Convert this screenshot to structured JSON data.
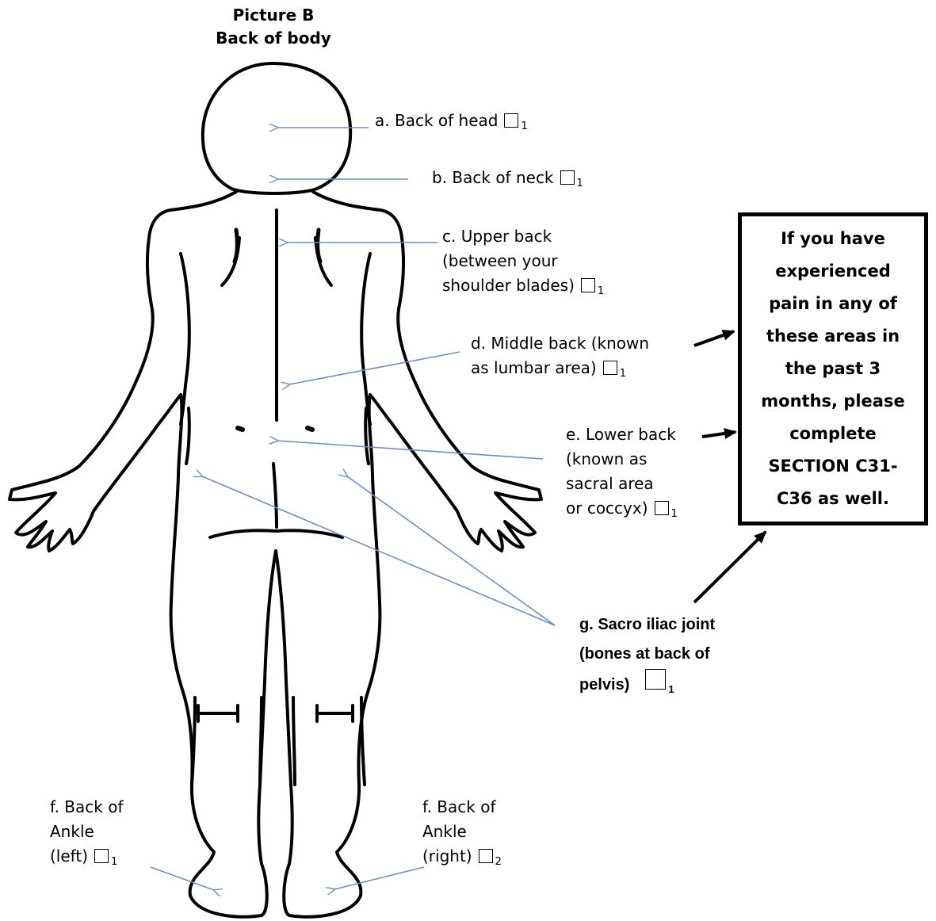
{
  "title": {
    "line1": "Picture B",
    "line2": "Back of body"
  },
  "labels": {
    "a": {
      "text": "a. Back of  head",
      "code": "1"
    },
    "b": {
      "text": "b. Back of  neck",
      "code": "1"
    },
    "c": {
      "line1": "c. Upper back",
      "line2": "(between your",
      "line3": "shoulder blades)",
      "code": "1"
    },
    "d": {
      "line1": "d. Middle back (known",
      "line2": "as lumbar area)",
      "code": "1"
    },
    "e": {
      "line1": "e. Lower back",
      "line2": "(known as",
      "line3": "sacral area",
      "line4": "or coccyx)",
      "code": "1"
    },
    "f_left": {
      "line1": "f. Back of",
      "line2": "Ankle",
      "line3": "(left)",
      "code": "1"
    },
    "f_right": {
      "line1": "f. Back of",
      "line2": "Ankle",
      "line3": "(right)",
      "code": "2"
    },
    "g": {
      "line1": "g. Sacro iliac joint",
      "line2": "(bones at back of",
      "line3": "pelvis)",
      "code": "1"
    }
  },
  "notice": {
    "text": "If you have experienced pain in any of these areas in the past 3 months, please complete SECTION C31-C36 as well."
  },
  "colors": {
    "pointer_arrows": "#6b8fc9",
    "outline": "#000000"
  }
}
